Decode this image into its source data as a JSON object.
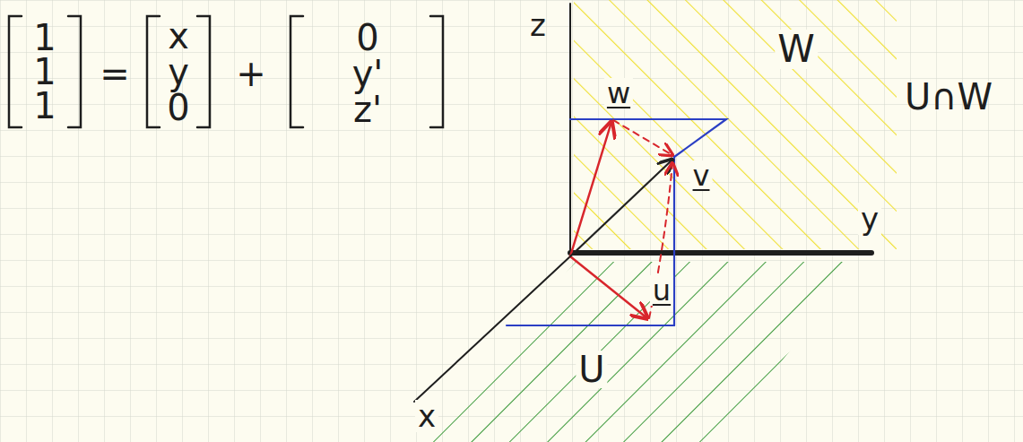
{
  "diagram": {
    "labels": [
      "1",
      "1",
      "1",
      "=",
      "x",
      "y",
      "0",
      "+",
      "0",
      "y'",
      "z'",
      "z",
      "w",
      "W",
      "v",
      "U∩W",
      "y",
      "u",
      "U",
      "x"
    ]
  }
}
